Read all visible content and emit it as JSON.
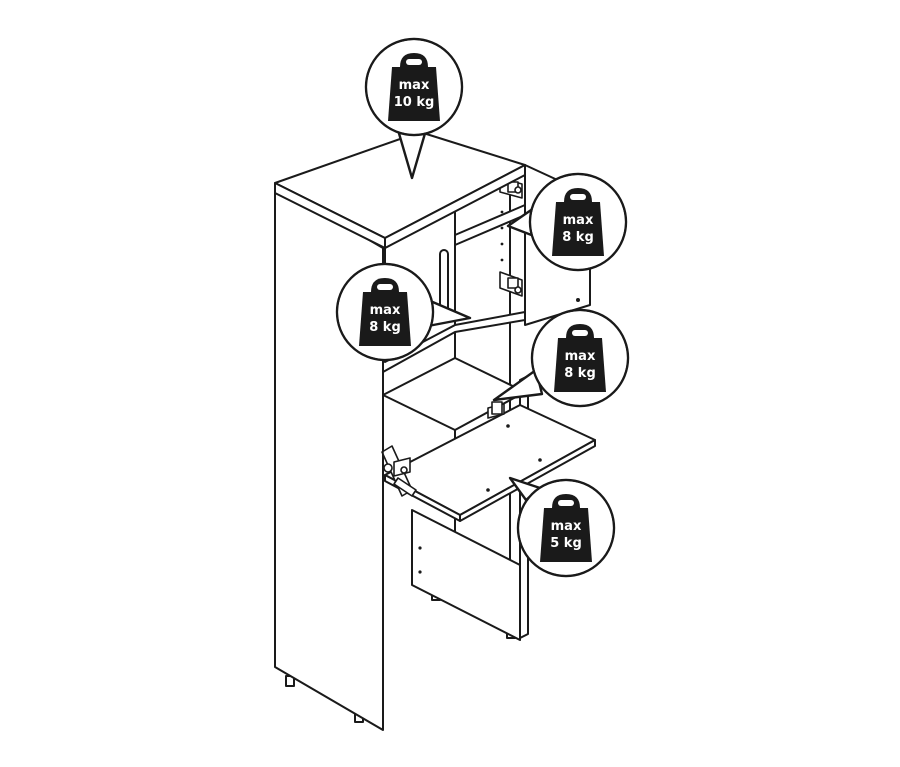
{
  "badges": [
    {
      "max_label": "max",
      "limit": "10 kg"
    },
    {
      "max_label": "max",
      "limit": "8 kg"
    },
    {
      "max_label": "max",
      "limit": "8 kg"
    },
    {
      "max_label": "max",
      "limit": "8 kg"
    },
    {
      "max_label": "max",
      "limit": "5 kg"
    }
  ],
  "colors": {
    "ink": "#1a1a1a",
    "paper": "#ffffff"
  }
}
